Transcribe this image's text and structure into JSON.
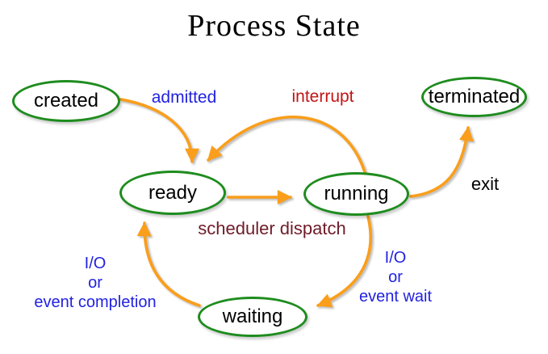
{
  "title": "Process State",
  "colors": {
    "state-border": "#1E8C1E",
    "arrow": "#FA9E1B",
    "label-blue": "#2222E0",
    "label-red": "#C41414",
    "label-maroon": "#6E1C28",
    "title-color": "#000000",
    "background": "#FFFFFF"
  },
  "states": [
    {
      "id": "created",
      "label": "created"
    },
    {
      "id": "ready",
      "label": "ready"
    },
    {
      "id": "running",
      "label": "running"
    },
    {
      "id": "waiting",
      "label": "waiting"
    },
    {
      "id": "terminated",
      "label": "terminated"
    }
  ],
  "transitions": [
    {
      "from": "created",
      "to": "ready",
      "label": "admitted"
    },
    {
      "from": "running",
      "to": "ready",
      "label": "interrupt"
    },
    {
      "from": "ready",
      "to": "running",
      "label": "scheduler dispatch"
    },
    {
      "from": "running",
      "to": "terminated",
      "label": "exit"
    },
    {
      "from": "running",
      "to": "waiting",
      "label": "I/O\nor\nevent wait"
    },
    {
      "from": "waiting",
      "to": "ready",
      "label": "I/O\nor\nevent completion"
    }
  ]
}
